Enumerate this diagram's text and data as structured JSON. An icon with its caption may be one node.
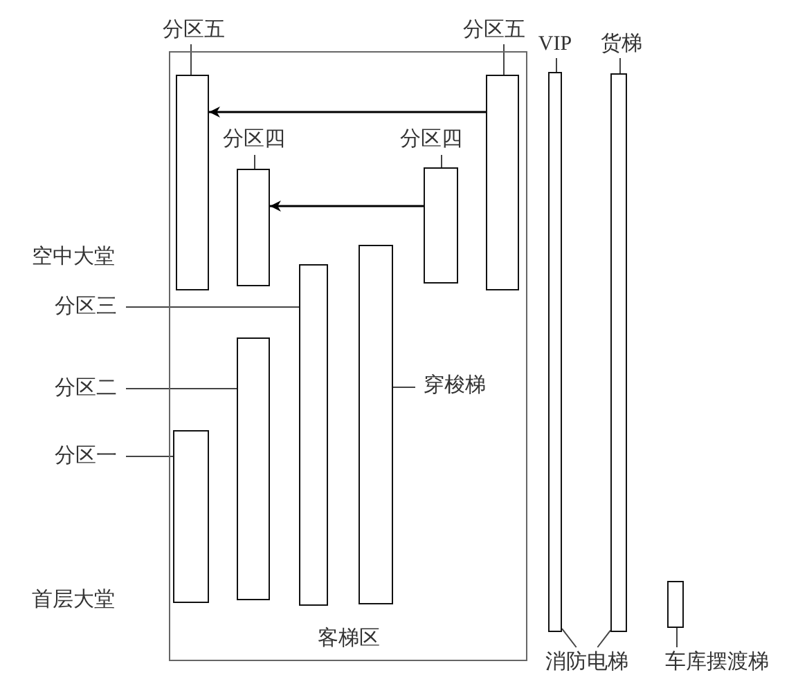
{
  "diagram": {
    "nodes": [
      {
        "text": [
          "分区五"
        ]
      },
      {
        "text": [
          "分区五"
        ]
      },
      {
        "text": [
          "VIP"
        ]
      },
      {
        "text": [
          "货梯"
        ]
      },
      {
        "text": [
          "客梯区"
        ]
      },
      {
        "text": [],
        "shape": "box",
        "in": 4
      },
      {
        "text": [],
        "shape": "box",
        "in": 4
      },
      {
        "text": [
          "分区四"
        ],
        "in": 4
      },
      {
        "text": [
          "分区四"
        ],
        "in": 4
      },
      {
        "text": [],
        "shape": "box",
        "in": 4
      },
      {
        "text": [],
        "shape": "box",
        "in": 4
      },
      {
        "text": [
          "分区三"
        ]
      },
      {
        "text": [],
        "shape": "box",
        "in": 4
      },
      {
        "text": [],
        "shape": "box",
        "in": 4
      },
      {
        "text": [
          "穿梭梯"
        ],
        "in": 4
      },
      {
        "text": [
          "分区二"
        ]
      },
      {
        "text": [],
        "shape": "box",
        "in": 4
      },
      {
        "text": [
          "分区一"
        ]
      },
      {
        "text": [],
        "shape": "box",
        "in": 4
      },
      {
        "text": [],
        "shape": "box"
      },
      {
        "text": [],
        "shape": "box"
      },
      {
        "text": [],
        "shape": "box"
      },
      {
        "text": [
          "消防电梯"
        ]
      },
      {
        "text": [
          "车库摆渡梯"
        ]
      }
    ],
    "edges": [
      {
        "from": 0,
        "to": 5,
        "arrow": "none"
      },
      {
        "from": 1,
        "to": 6,
        "arrow": "none"
      },
      {
        "from": 2,
        "to": 19,
        "arrow": "none"
      },
      {
        "from": 3,
        "to": 20,
        "arrow": "none"
      },
      {
        "from": 7,
        "to": 9,
        "arrow": "none"
      },
      {
        "from": 8,
        "to": 10,
        "arrow": "none"
      },
      {
        "from": 6,
        "to": 5,
        "arrow": "to"
      },
      {
        "from": 10,
        "to": 9,
        "arrow": "to"
      },
      {
        "from": 11,
        "to": 12,
        "arrow": "none"
      },
      {
        "from": 14,
        "to": 13,
        "arrow": "none"
      },
      {
        "from": 15,
        "to": 16,
        "arrow": "none"
      },
      {
        "from": 17,
        "to": 18,
        "arrow": "none"
      },
      {
        "from": 22,
        "to": 19,
        "arrow": "none"
      },
      {
        "from": 22,
        "to": 20,
        "arrow": "none"
      },
      {
        "from": 23,
        "to": 21,
        "arrow": "none"
      }
    ],
    "labels": [
      "空中大堂",
      "首层大堂"
    ]
  }
}
